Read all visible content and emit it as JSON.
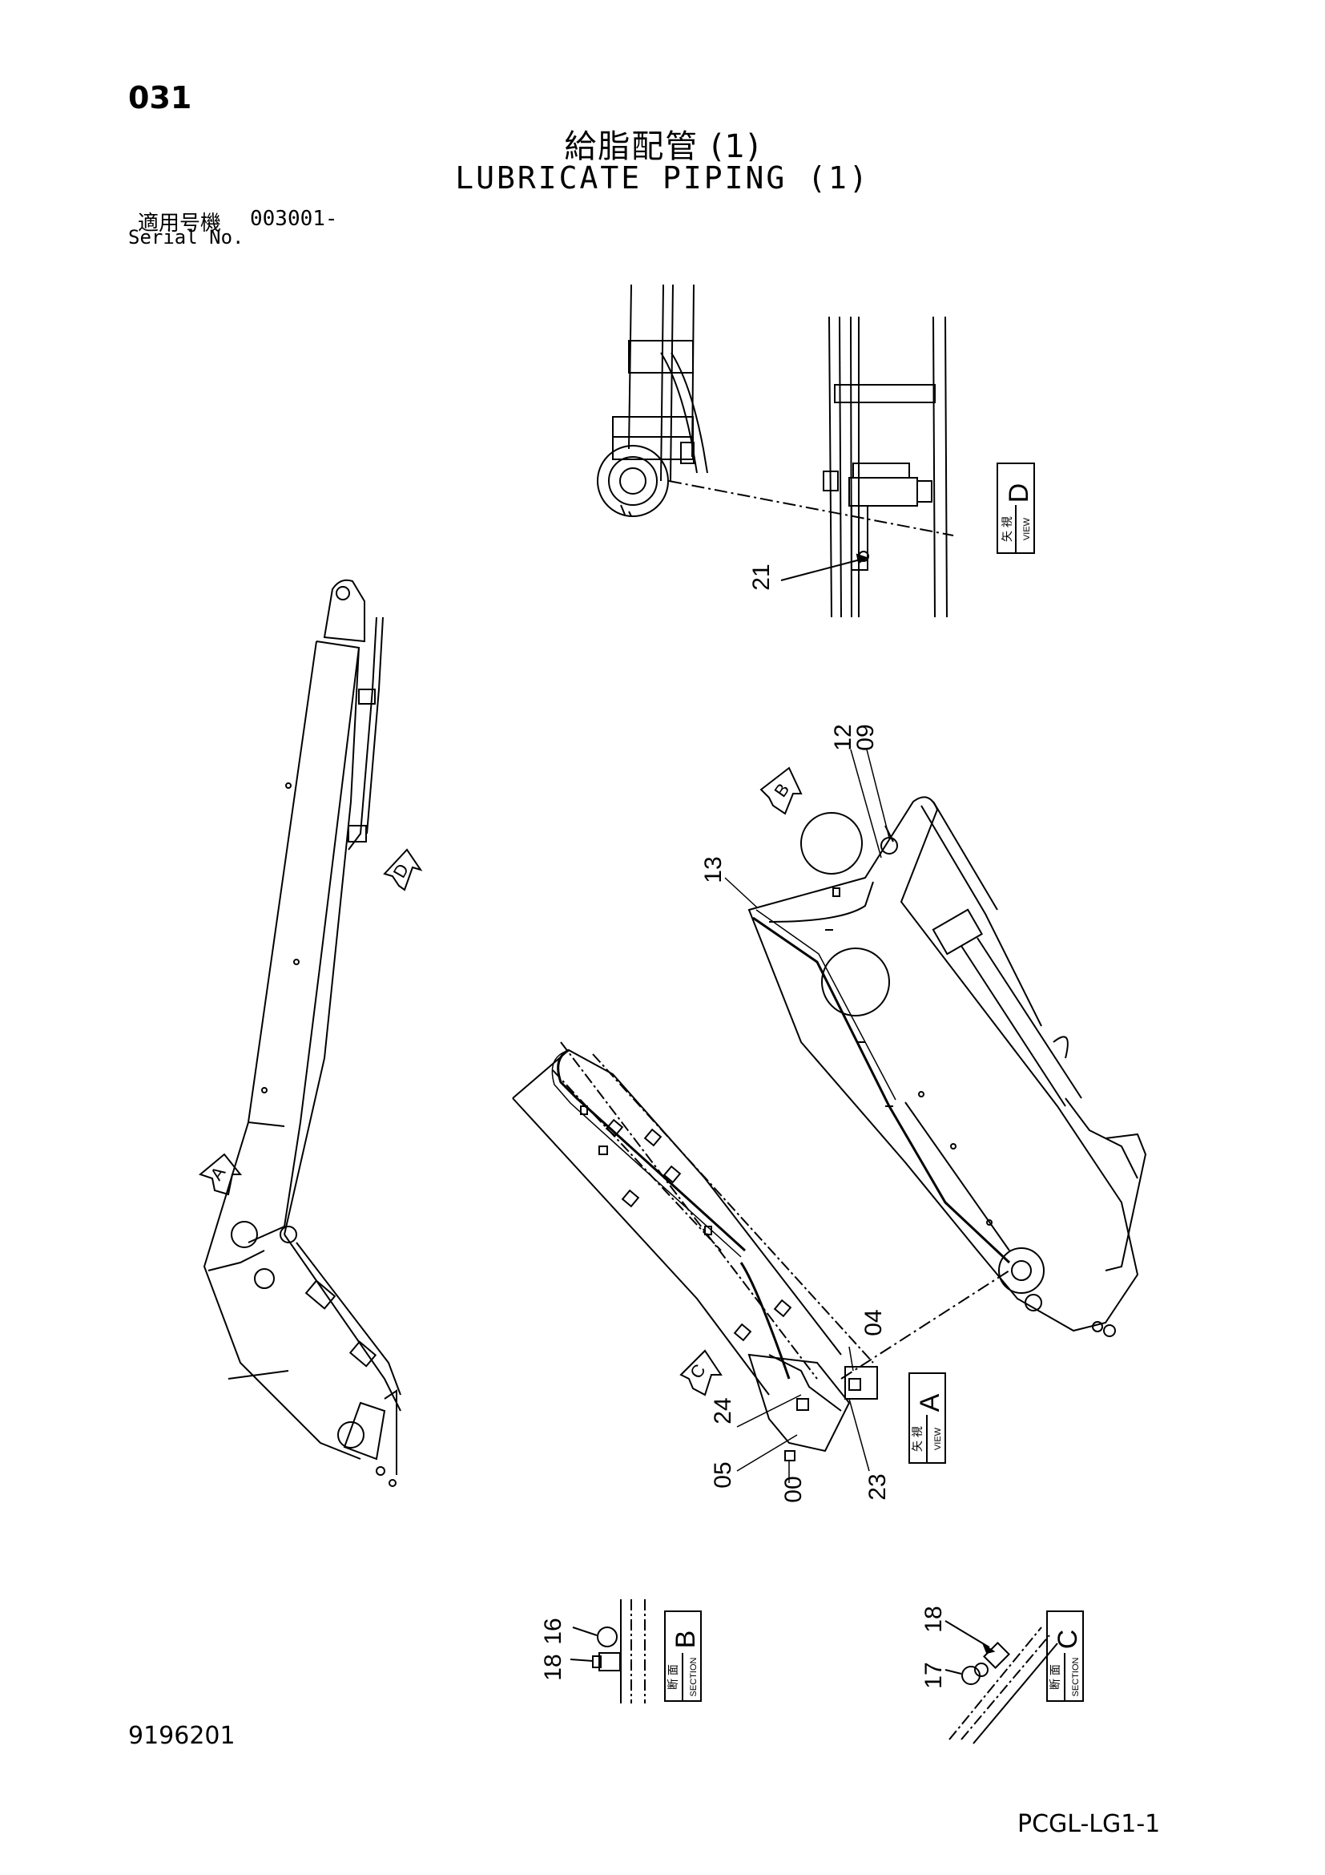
{
  "header": {
    "page_number": "031",
    "title_jp": "給脂配管 (1)",
    "title_en": "LUBRICATE PIPING (1)",
    "serial_label_jp": "適用号機",
    "serial_range": "003001-",
    "serial_label_en": "Serial No."
  },
  "footer": {
    "drawing_number": "9196201",
    "part_code": "PCGL-LG1-1"
  },
  "views": {
    "view_jp": "矢 視",
    "view_en": "VIEW",
    "section_jp": "断 面",
    "section_en": "SECTION",
    "view_a": "A",
    "view_d": "D",
    "section_b": "B",
    "section_c": "C"
  },
  "arrows": {
    "a": "A",
    "b": "B",
    "c": "C",
    "d": "D"
  },
  "callouts": {
    "p21": "21",
    "p12": "12",
    "p09": "09",
    "p13": "13",
    "p04": "04",
    "p24": "24",
    "p05": "05",
    "p00": "00",
    "p23": "23",
    "p18b": "18",
    "p16": "16",
    "p18c": "18",
    "p17": "17"
  }
}
